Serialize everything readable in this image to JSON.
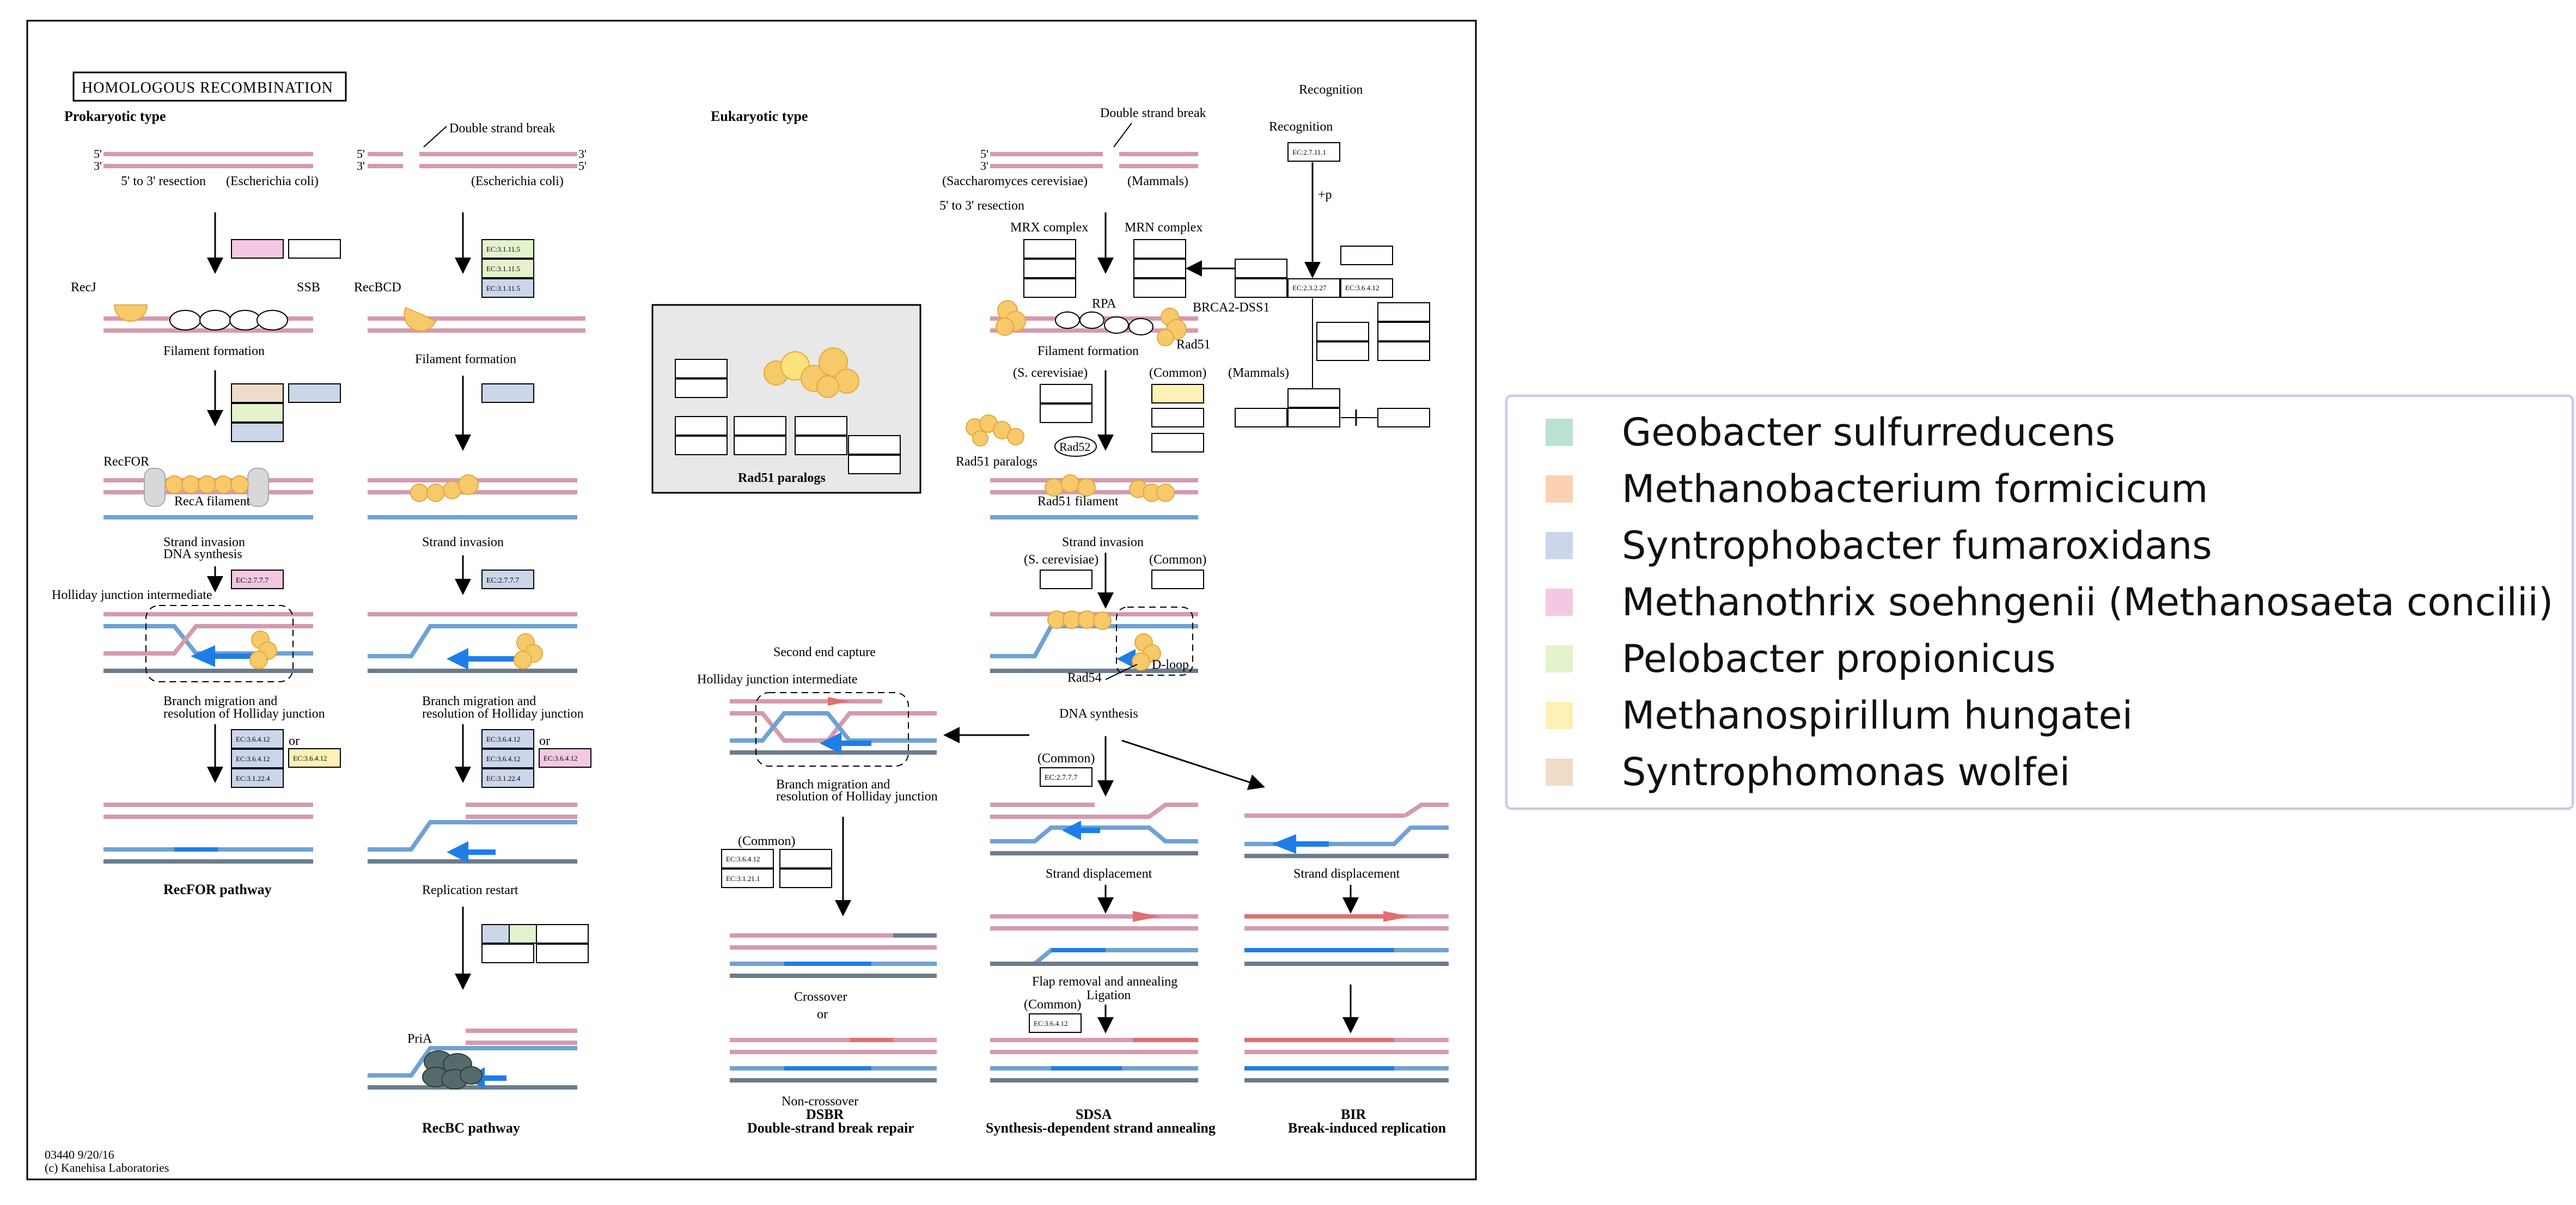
{
  "diagram": {
    "title": "HOMOLOGOUS RECOMBINATION",
    "prokaryotic_label": "Prokaryotic type",
    "eukaryotic_label": "Eukaryotic type",
    "double_strand_break": "Double strand break",
    "five_prime": "5'",
    "three_prime": "3'",
    "resection": "5' to 3' resection",
    "ecoli": "(Escherichia coli)",
    "yeast": "(Saccharomyces cerevisiae)",
    "mammals": "(Mammals)",
    "s_cerevisiae": "(S. cerevisiae)",
    "s_cerevisiae_spaced": "(S. cerevisiae)",
    "common": "(Common)",
    "recj": "RecJ",
    "ssb": "SSB",
    "recbcd": "RecBCD",
    "filament_formation": "Filament formation",
    "recfor": "RecFOR",
    "reca_filament": "RecA filament",
    "strand_invasion": "Strand invasion",
    "dna_synthesis": "DNA synthesis",
    "holliday_intermediate": "Holliday junction intermediate",
    "holliday_intermediate_2": "Holliday junction intermediate",
    "branch_migration_1": "Branch migration and",
    "branch_migration_2": "resolution of Holliday junction",
    "or": "or",
    "recfor_pathway": "RecFOR pathway",
    "recbc_pathway": "RecBC pathway",
    "replication_restart": "Replication restart",
    "pria": "PriA",
    "rad51_paralogs_box": "Rad51 paralogs",
    "rad51_paralogs": "Rad51 paralogs",
    "rad52": "Rad52",
    "rad51": "Rad51",
    "rad51_filament": "Rad51 filament",
    "rad54": "Rad54",
    "d_loop": "D-loop",
    "mrx_complex": "MRX complex",
    "mrn_complex": "MRN complex",
    "rpa": "RPA",
    "brca2": "BRCA2-DSS1",
    "recognition": "Recognition",
    "recognition_top": "Recognition",
    "plus_p": "+p",
    "second_end_capture": "Second end capture",
    "crossover": "Crossover",
    "non_crossover": "Non-crossover",
    "dsbr": "DSBR",
    "dsbr_full": "Double-strand break repair",
    "strand_displacement": "Strand displacement",
    "flap_removal": "Flap removal and annealing",
    "ligation": "Ligation",
    "sdsa": "SDSA",
    "sdsa_full": "Synthesis-dependent strand annealing",
    "bir": "BIR",
    "bir_full": "Break-induced replication",
    "footer_id": "03440 9/20/16",
    "footer_copy": "(c) Kanehisa Laboratories",
    "ec": {
      "ec_3_1_11_5": "EC:3.1.11.5",
      "ec_2_7_7_7": "EC:2.7.7.7",
      "ec_3_6_4_12": "EC:3.6.4.12",
      "ec_3_1_22_4": "EC:3.1.22.4",
      "ec_2_7_11_1": "EC:2.7.11.1",
      "ec_2_3_2_27": "EC:2.3.2.27",
      "ec_3_1_21_1": "EC:3.1.21.1"
    }
  },
  "legend": {
    "items": [
      {
        "label": "Geobacter sulfurreducens",
        "color": "#b9e3cf"
      },
      {
        "label": "Methanobacterium formicicum",
        "color": "#fbd1b2"
      },
      {
        "label": "Syntrophobacter fumaroxidans",
        "color": "#ccd6ea"
      },
      {
        "label": "Methanothrix soehngenii (Methanosaeta concilii)",
        "color": "#f4c8e2"
      },
      {
        "label": "Pelobacter propionicus",
        "color": "#e4f2cd"
      },
      {
        "label": "Methanospirillum hungatei",
        "color": "#fdf1b6"
      },
      {
        "label": "Syntrophomonas wolfei",
        "color": "#efdcc8"
      }
    ]
  },
  "colors": {
    "pink_strand": "#d59ab0",
    "blue_strand": "#6ea2d6",
    "gray_strand": "#6c7c8c",
    "arrow_blue": "#1e7ee8",
    "arrow_red": "#e07070",
    "protein": "#f6c96a",
    "protein_stroke": "#e5a83b",
    "pria": "#556b6b",
    "rad51_box_bg": "#e8e8e8"
  }
}
